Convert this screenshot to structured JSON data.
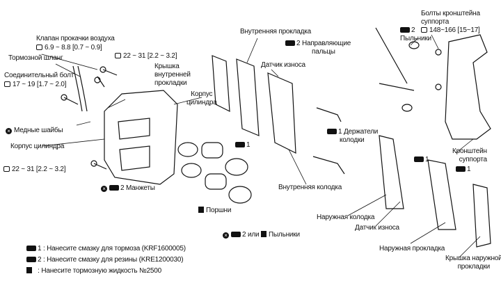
{
  "labels": {
    "bleeder": "Клапан прокачки воздуха",
    "bleeder_torque": "6.9 ~ 8.8 [0.7 ~ 0.9]",
    "hose": "Тормозной шланг",
    "torque_top": "22 ~ 31 [2.2 ~ 3.2]",
    "union_bolt": "Соединительный болт",
    "union_torque": "17 ~ 19 [1.7 ~ 2.0]",
    "inner_shim_cover": [
      "Крышка",
      "внутренней",
      "прокладки"
    ],
    "cyl_body_right": [
      "Корпус",
      "цилиндра"
    ],
    "copper_washers": "Медные шайбы",
    "cyl_body_left": "Корпус цилиндра",
    "torque_bottom": "22 ~ 31 [2.2 ~ 3.2]",
    "seals": "2 Манжеты",
    "pistons": "Поршни",
    "boots_or": "2 или",
    "boots": "Пыльники",
    "inner_shim": "Внутренняя прокладка",
    "guide_pins": [
      "2 Направляющие",
      "пальцы"
    ],
    "wear_sensor_top": "Датчик износа",
    "mark1_a": "1",
    "pad_retainers": [
      "1 Держатели",
      "колодки"
    ],
    "inner_pad": "Внутренняя колодка",
    "boots_right": [
      "2",
      "Пыльники"
    ],
    "bracket_bolts": [
      "Болты кронштейна",
      "суппорта"
    ],
    "bracket_torque": "148~166 [15~17]",
    "bracket": [
      "Кронштейн",
      "суппорта"
    ],
    "mark1_b": "1",
    "mark1_c": "1",
    "outer_pad": "Наружная колодка",
    "wear_sensor_bottom": "Датчик износа",
    "outer_shim": "Наружная прокладка",
    "outer_shim_cover": [
      "Крышка наружной",
      "прокладки"
    ]
  },
  "legend": [
    {
      "icon": "grease-icon",
      "mark": "1",
      "text": ": Нанесите смазку для тормоза  (KRF1600005)"
    },
    {
      "icon": "grease-icon",
      "mark": "2",
      "text": ": Нанесите смазку для резины  (KRE1200030)"
    },
    {
      "icon": "brake-fluid-icon",
      "mark": "",
      "text": ": Нанесите тормозную жидкость №2500"
    }
  ]
}
